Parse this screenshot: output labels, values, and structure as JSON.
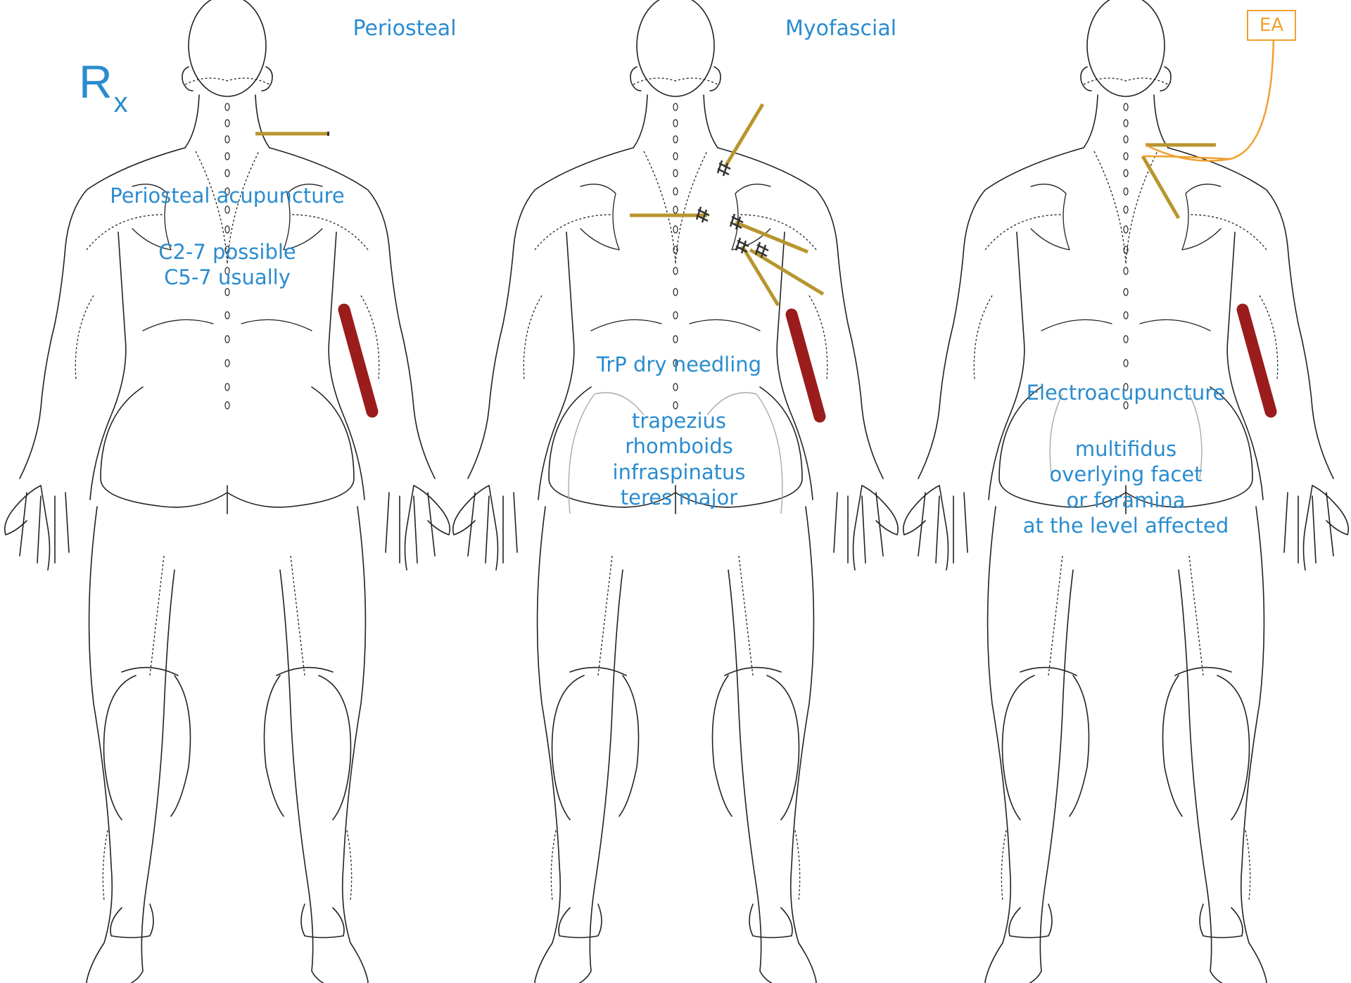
{
  "rx": {
    "main": "R",
    "sub": "x"
  },
  "panels": [
    {
      "title": "Periosteal",
      "technique": "Periosteal acupuncture",
      "details": "C2-7 possible\nC5-7 usually"
    },
    {
      "title": "Myofascial",
      "technique": "TrP dry needling",
      "details": "trapezius\nrhomboids\ninfraspinatus\nteres major"
    },
    {
      "title": "",
      "technique": "Electroacupuncture",
      "details": "multifidus\noverlying facet\nor foramina\nat the level affected"
    }
  ],
  "ea_label": "EA",
  "colors": {
    "text": "#2a8ccf",
    "needle": "#b8962e",
    "electrode_wire": "#f0a030",
    "pain_band": "#9b1c1c",
    "outline": "#222222"
  },
  "icons": {
    "needle": "acupuncture-needle-icon",
    "trigger_point": "trigger-point-mark-icon",
    "pain": "referred-pain-band-icon"
  }
}
